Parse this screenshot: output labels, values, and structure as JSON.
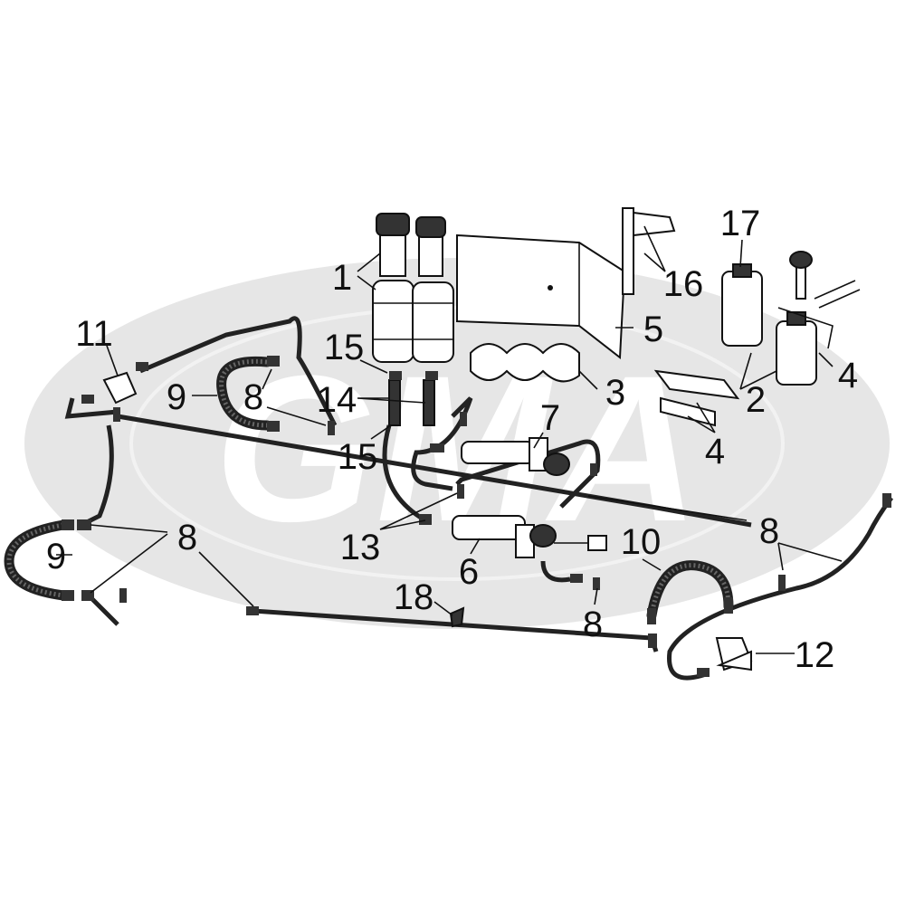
{
  "watermark": {
    "text": "GMA",
    "color": "#e6e6e6"
  },
  "callouts": [
    "1",
    "17",
    "16",
    "5",
    "4",
    "2",
    "3",
    "4",
    "11",
    "15",
    "9",
    "8",
    "14",
    "15",
    "7",
    "13",
    "6",
    "8",
    "9",
    "10",
    "8",
    "8",
    "18",
    "12"
  ]
}
